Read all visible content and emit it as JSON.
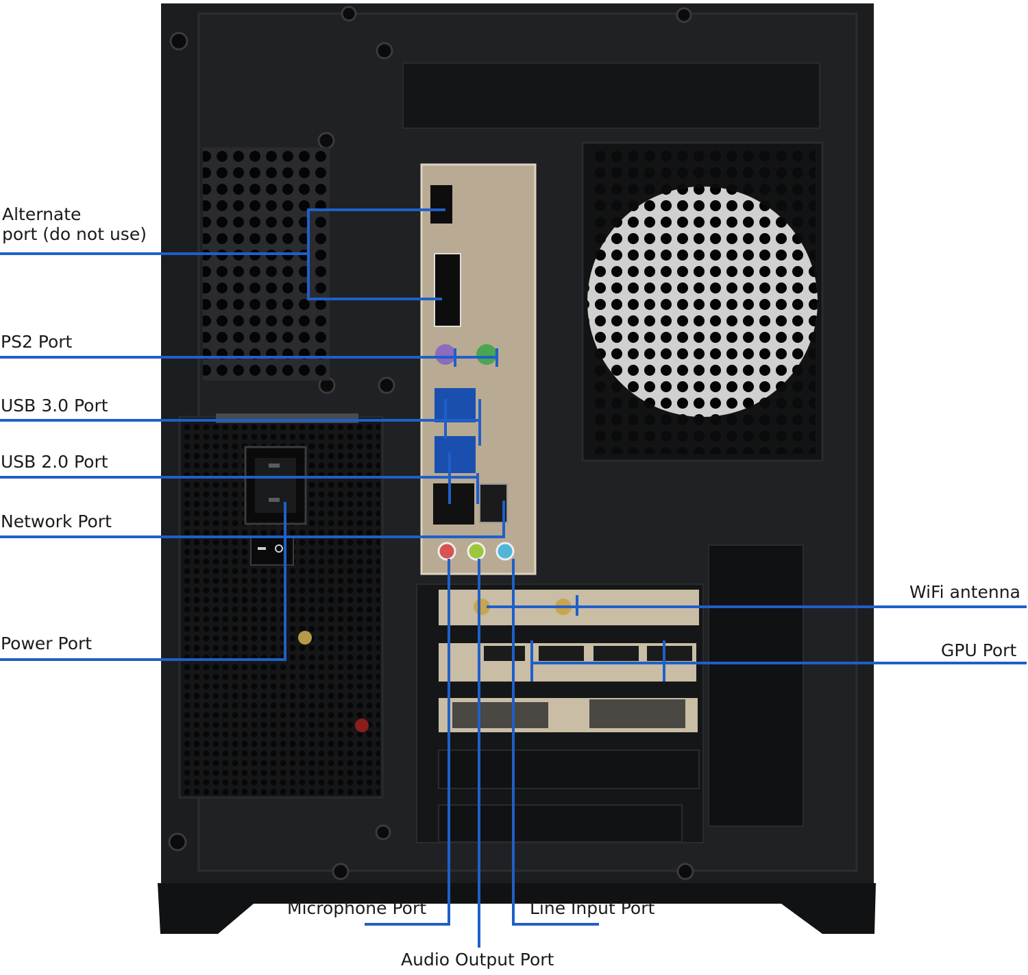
{
  "colors": {
    "callout": "#1f5fc9",
    "case_body": "#1c1d1f",
    "case_dark": "#0e0f10",
    "io_shield": "#b9aa93",
    "bracket": "#c9bda5",
    "label_text": "#1a1a1a"
  },
  "labels": {
    "alternate_port_line1": "Alternate",
    "alternate_port_line2": "port (do not use)",
    "ps2_port": "PS2 Port",
    "usb3_port": "USB 3.0 Port",
    "usb2_port": "USB 2.0 Port",
    "network_port": "Network Port",
    "power_port": "Power Port",
    "wifi_antenna": "WiFi antenna",
    "gpu_port": "GPU Port",
    "microphone_port": "Microphone Port",
    "line_input_port": "Line Input Port",
    "audio_output_port": "Audio Output Port"
  }
}
